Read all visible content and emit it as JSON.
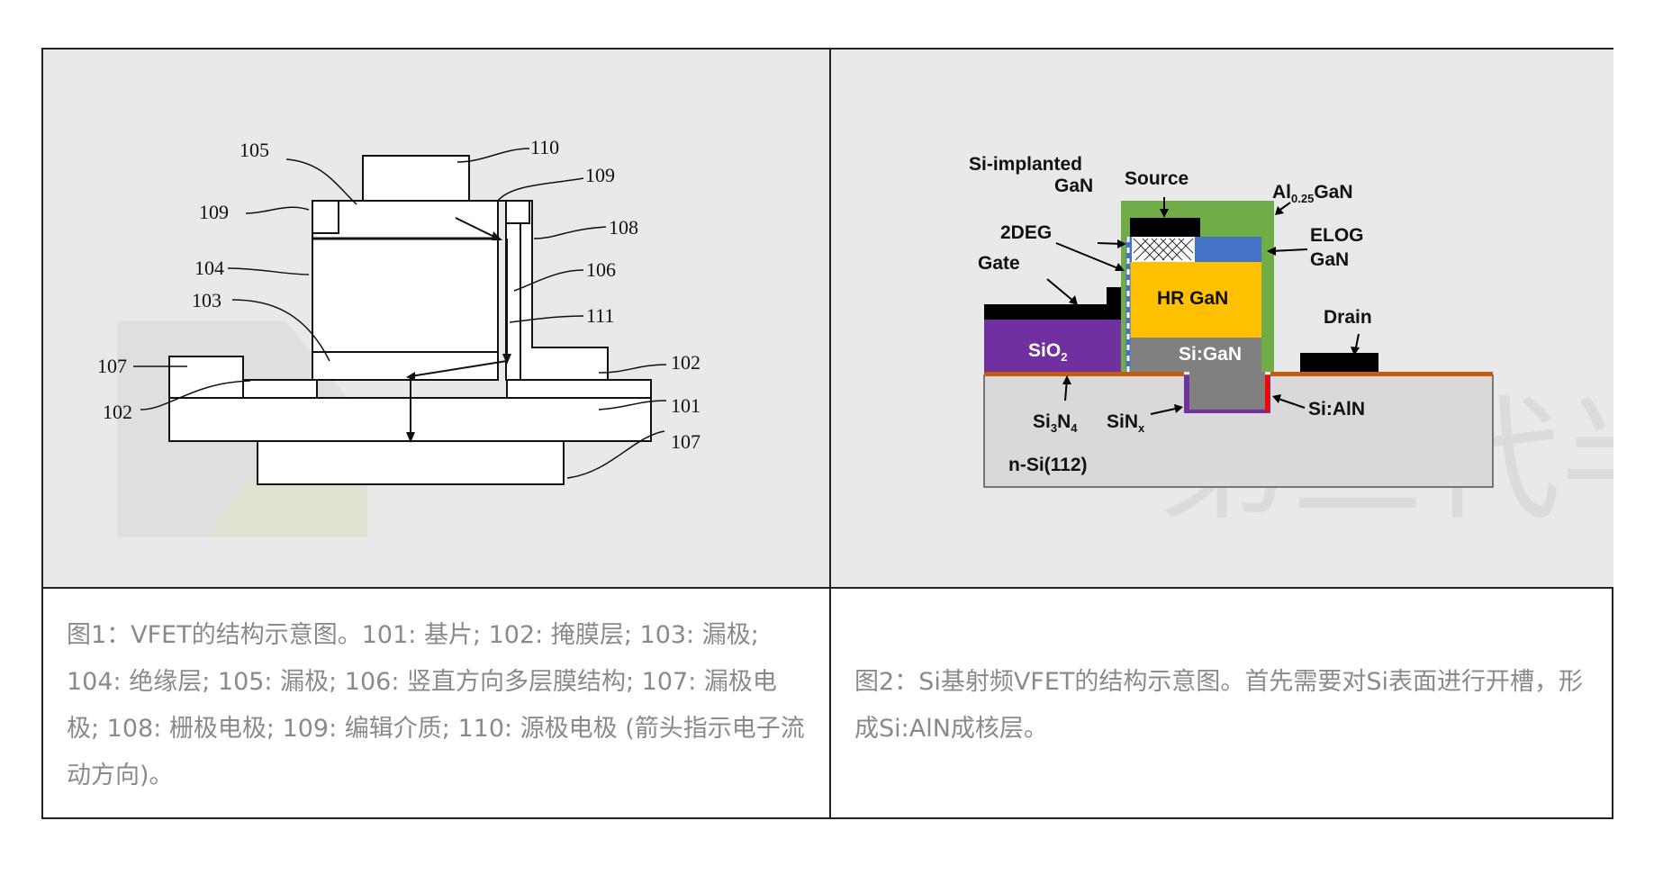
{
  "fig1": {
    "labels": [
      "105",
      "110",
      "109",
      "109",
      "108",
      "104",
      "106",
      "103",
      "111",
      "107",
      "102",
      "102",
      "101",
      "107"
    ]
  },
  "fig2": {
    "labels": {
      "source": "Source",
      "si_implanted_1": "Si-implanted",
      "si_implanted_2": "GaN",
      "al_pre": "Al",
      "al_sub": "0.25",
      "al_post": "GaN",
      "elog_1": "ELOG",
      "elog_2": "GaN",
      "twodeg": "2DEG",
      "gate": "Gate",
      "hr_gan": "HR GaN",
      "drain": "Drain",
      "sio2_pre": "SiO",
      "sio2_sub": "2",
      "si_gan": "Si:GaN",
      "si3n4_a": "Si",
      "si3n4_b": "3",
      "si3n4_c": "N",
      "si3n4_d": "4",
      "sinx_a": "SiN",
      "sinx_b": "x",
      "si_aln": "Si:AlN",
      "nsi": "n-Si(112)"
    },
    "watermark": "第三代半导体",
    "colors": {
      "green": "#70ad47",
      "blue": "#4472c4",
      "yellow": "#ffc000",
      "gray": "#808080",
      "purple": "#7030a0",
      "orange": "#c55a11",
      "red": "#ff0000",
      "substrate": "#d9d9d9"
    }
  },
  "captions": {
    "fig1": "图1：VFET的结构示意图。101: 基片; 102: 掩膜层; 103: 漏极; 104: 绝缘层; 105: 漏极; 106: 竖直方向多层膜结构; 107: 漏极电极; 108: 栅极电极; 109: 编辑介质; 110: 源极电极 (箭头指示电子流动方向)。",
    "fig2": "图2：Si基射频VFET的结构示意图。首先需要对Si表面进行开槽，形成Si:AlN成核层。"
  }
}
